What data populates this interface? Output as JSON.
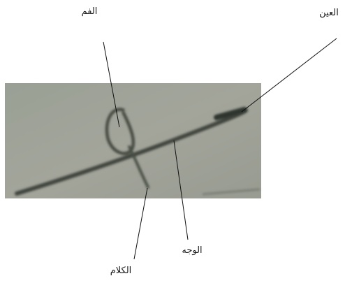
{
  "labels": {
    "mouth": "الفم",
    "eye": "العين",
    "face": "الوجه",
    "speech": "الكلام"
  },
  "colors": {
    "background": "#ffffff",
    "photo_fill": "#9ea097",
    "stroke_dark": "#3f443c",
    "leader_line": "#111111"
  }
}
